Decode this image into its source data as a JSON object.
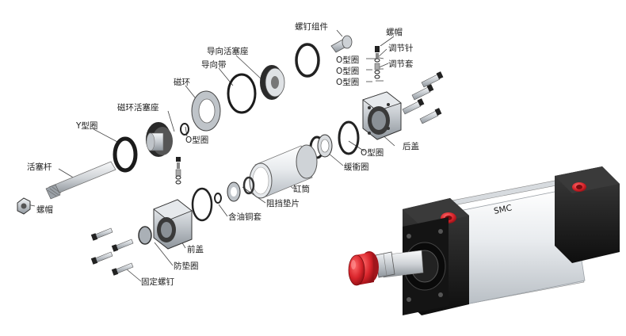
{
  "labels": {
    "screw_assembly": "螺钉组件",
    "cap_nut": "螺帽",
    "adjust_needle": "调节针",
    "adjust_sleeve": "调节套",
    "o_ring": "O型圈",
    "guide_piston_seat": "导向活塞座",
    "guide_band": "导向带",
    "magnet_ring": "磁环",
    "magnetic_piston_seat": "磁环活塞座",
    "y_ring": "Y型圈",
    "piston_rod": "活塞杆",
    "nut": "螺帽",
    "front_cover": "前盖",
    "anti_wear_washer": "防垫圈",
    "fixing_screw": "固定螺钉",
    "oil_copper_sleeve": "含油铜套",
    "stop_washer": "阻挡垫片",
    "cylinder_barrel": "缸筒",
    "buffer_ring": "缓衝圈",
    "rear_cover": "后盖"
  },
  "colors": {
    "metal": "#c8ccd0",
    "metal_dark": "#7d848b",
    "black_part": "#1c1c1c",
    "red_cap": "#d8242b",
    "ring": "#2a2a2a"
  }
}
